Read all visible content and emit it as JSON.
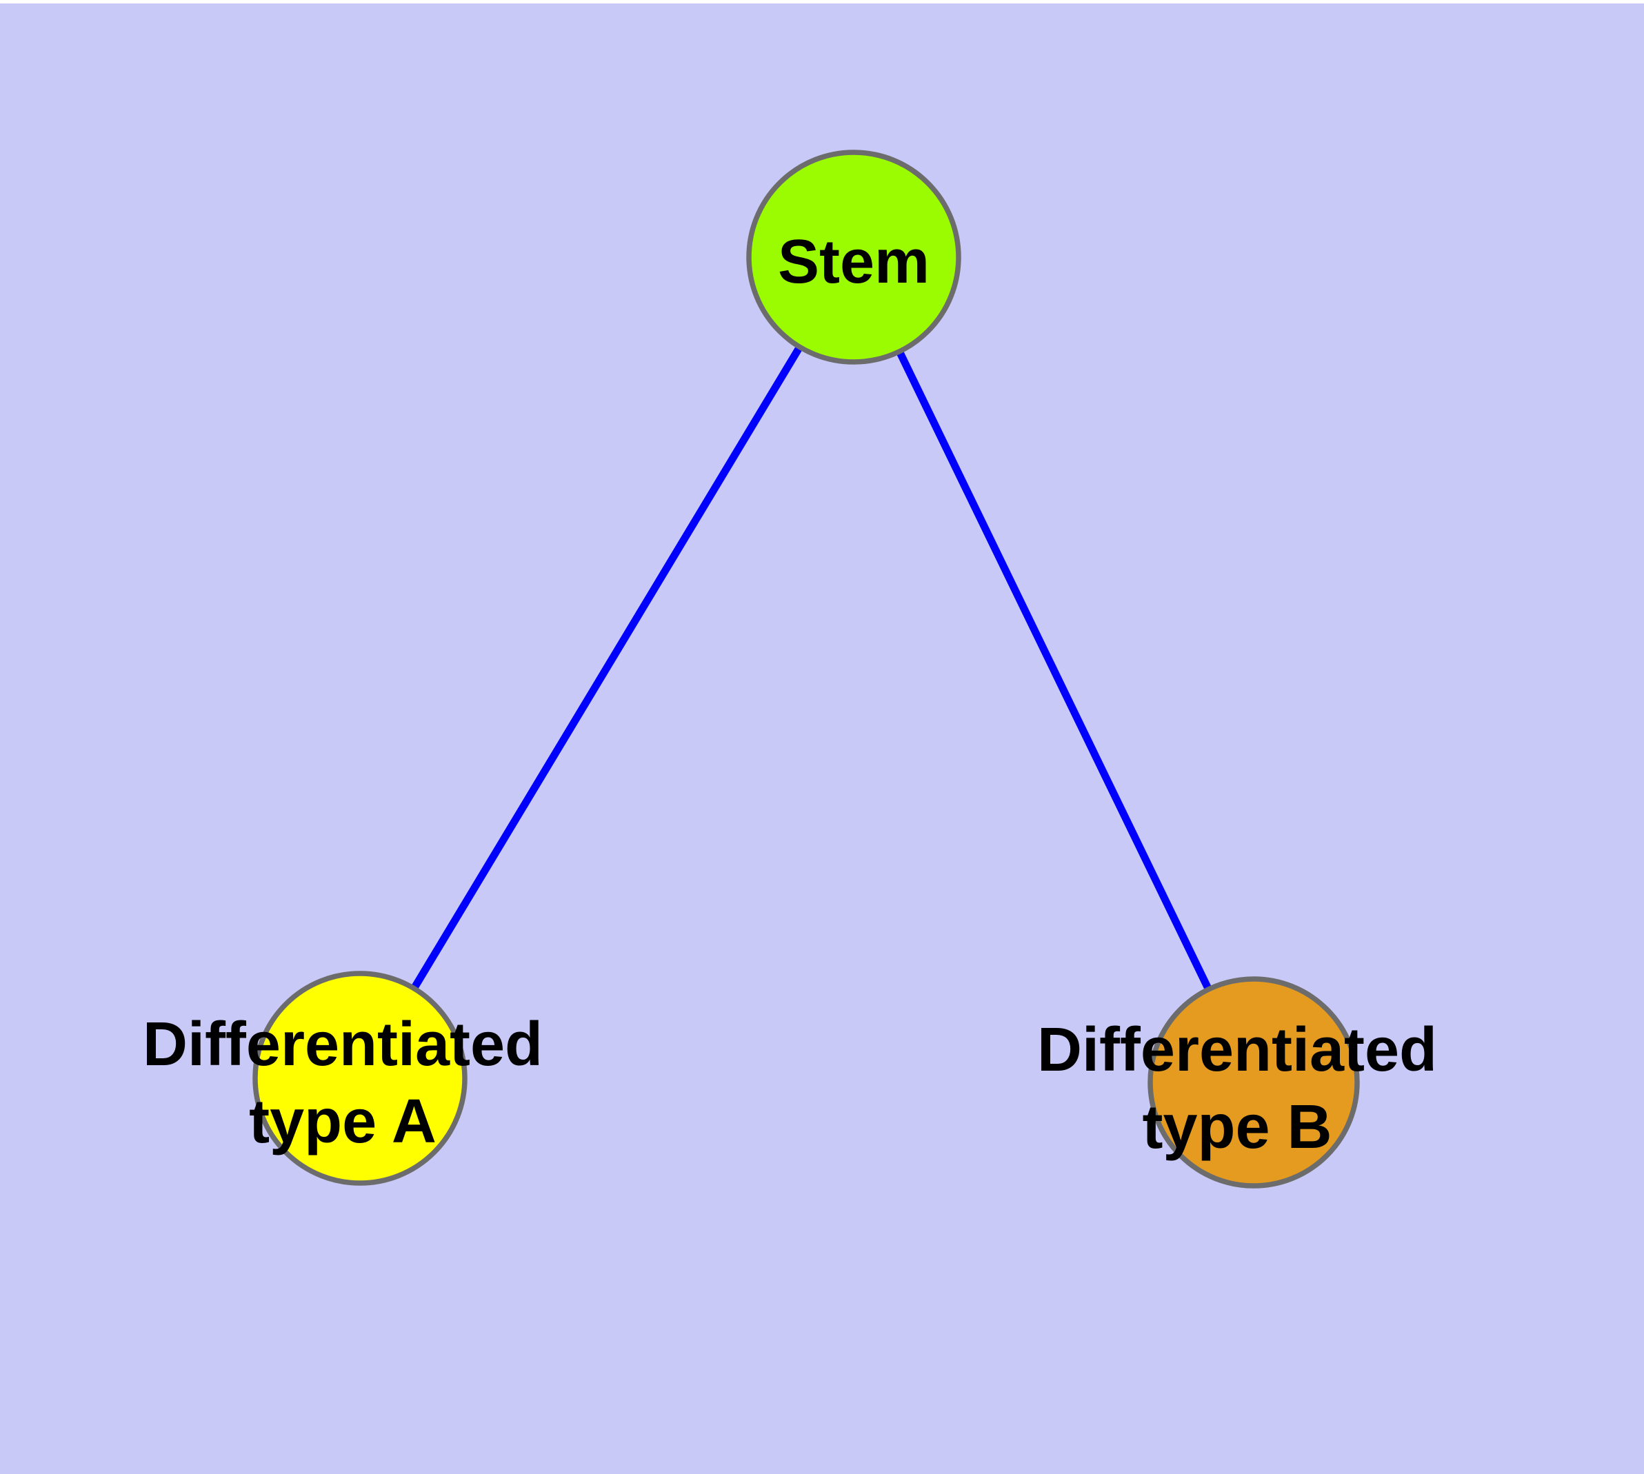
{
  "diagram": {
    "type": "node-link-graph",
    "background_color": "#C9C9F8",
    "top_border_color": "#FFFFFF",
    "edge_color": "#0000FF",
    "node_border_color": "#6C6C6C",
    "label_color": "#000000",
    "nodes": [
      {
        "id": "stem",
        "label": "Stem",
        "label_lines": [
          "Stem"
        ],
        "color": "#9BFB00"
      },
      {
        "id": "differentiated-type-a",
        "label": "Differentiated type A",
        "label_lines": [
          "Differentiated",
          "type A"
        ],
        "color": "#FFFF00"
      },
      {
        "id": "differentiated-type-b",
        "label": "Differentiated type B",
        "label_lines": [
          "Differentiated",
          "type B"
        ],
        "color": "#E49B20"
      }
    ],
    "edges": [
      {
        "from": "stem",
        "to": "differentiated-type-a"
      },
      {
        "from": "stem",
        "to": "differentiated-type-b"
      }
    ]
  }
}
